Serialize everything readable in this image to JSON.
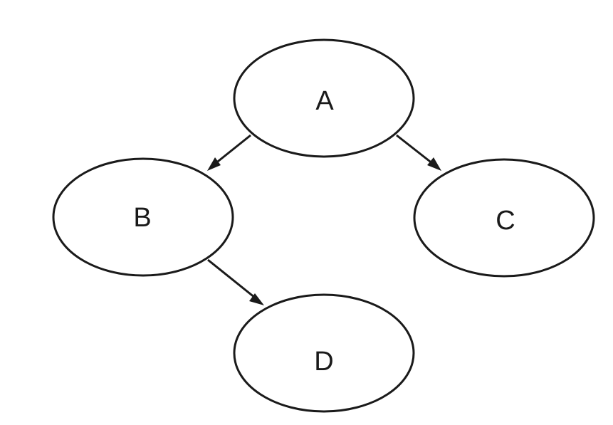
{
  "diagram": {
    "nodes": [
      {
        "id": "A",
        "label": "A"
      },
      {
        "id": "B",
        "label": "B"
      },
      {
        "id": "C",
        "label": "C"
      },
      {
        "id": "D",
        "label": "D"
      }
    ],
    "edges": [
      {
        "from": "A",
        "to": "B"
      },
      {
        "from": "A",
        "to": "C"
      },
      {
        "from": "B",
        "to": "D"
      }
    ]
  }
}
